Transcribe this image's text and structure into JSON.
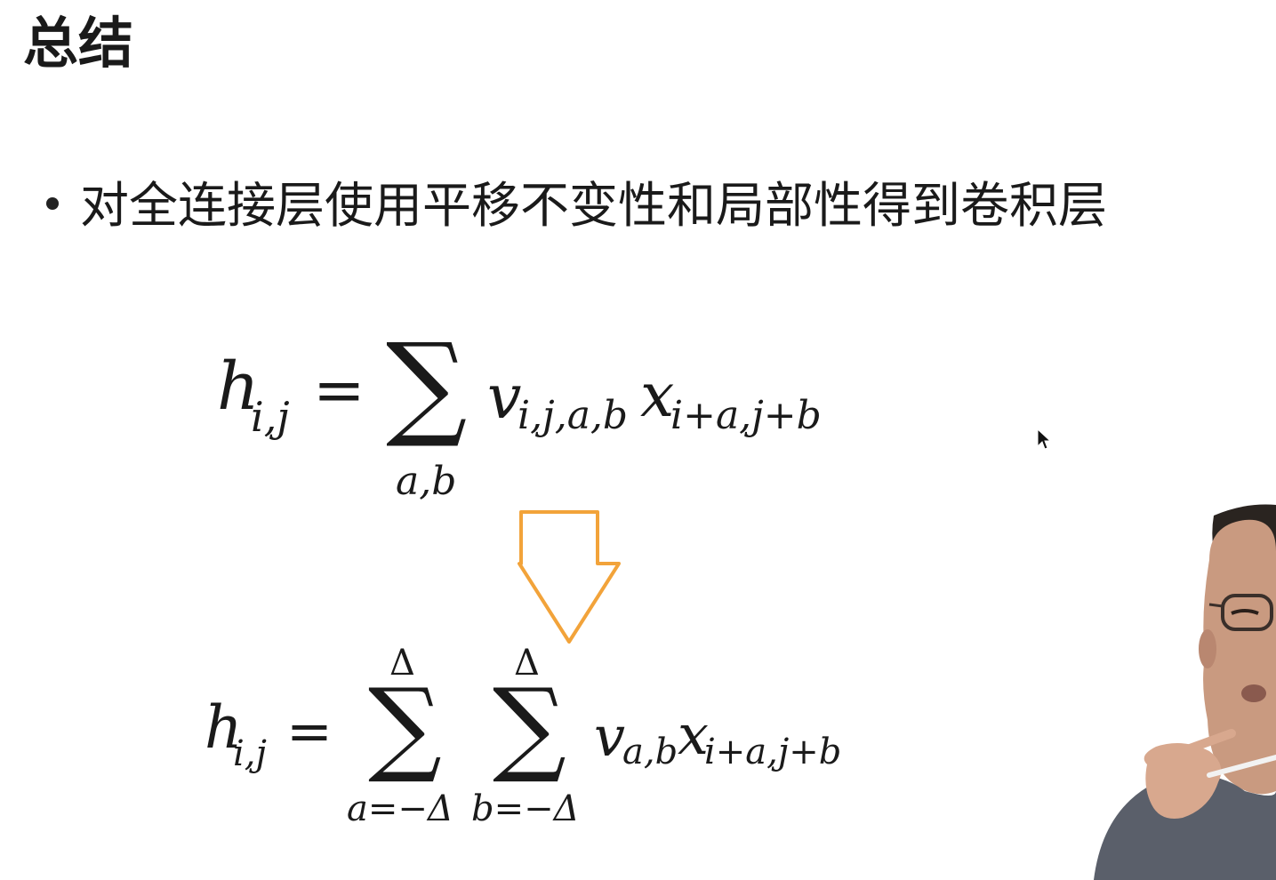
{
  "slide": {
    "title": "总结",
    "bullet": "对全连接层使用平移不变性和局部性得到卷积层"
  },
  "equation_1": {
    "lhs": "h",
    "lhs_sub": "i,j",
    "equals": "=",
    "sigma": "∑",
    "sigma_under": "a,b",
    "term_v": "v",
    "term_v_sub": "i,j,a,b",
    "term_x": "x",
    "term_x_sub": "i+a,j+b"
  },
  "equation_2": {
    "lhs": "h",
    "lhs_sub": "i,j",
    "equals": "=",
    "sigma_1": "∑",
    "sigma_1_over": "Δ",
    "sigma_1_under": "a=−Δ",
    "sigma_2": "∑",
    "sigma_2_over": "Δ",
    "sigma_2_under": "b=−Δ",
    "term_v": "v",
    "term_v_sub": "a,b",
    "term_x": "x",
    "term_x_sub": "i+a,j+b"
  },
  "colors": {
    "arrow_stroke": "#f2a33a",
    "text": "#1a1a1a",
    "background": "#ffffff"
  },
  "icons": {
    "arrow": "down-arrow-icon",
    "cursor": "mouse-pointer-icon"
  }
}
